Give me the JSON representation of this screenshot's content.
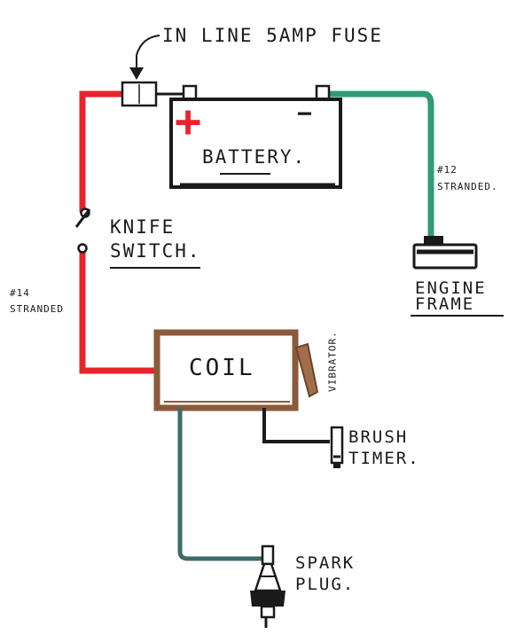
{
  "labels": {
    "fuse": "IN LINE 5AMP FUSE",
    "battery": "BATTERY.",
    "battery_plus": "+",
    "battery_minus": "−",
    "knife_switch_line1": "KNIFE",
    "knife_switch_line2": "SWITCH.",
    "wire_14_line1": "#14",
    "wire_14_line2": "STRANDED",
    "wire_12_line1": "#12",
    "wire_12_line2": "STRANDED.",
    "engine_frame_line1": "ENGINE",
    "engine_frame_line2": "FRAME",
    "coil": "COIL",
    "vibrator": "VIBRATOR.",
    "brush_timer_line1": "BRUSH",
    "brush_timer_line2": "TIMER.",
    "spark_plug_line1": "SPARK",
    "spark_plug_line2": "PLUG."
  },
  "colors": {
    "positive_wire": "#e8232b",
    "ground_wire": "#2e9c73",
    "coil_outline": "#8a5a3a",
    "spark_wire": "#3e6c6a",
    "timer_wire": "#1a1a1a",
    "ink": "#1a1a1a"
  }
}
